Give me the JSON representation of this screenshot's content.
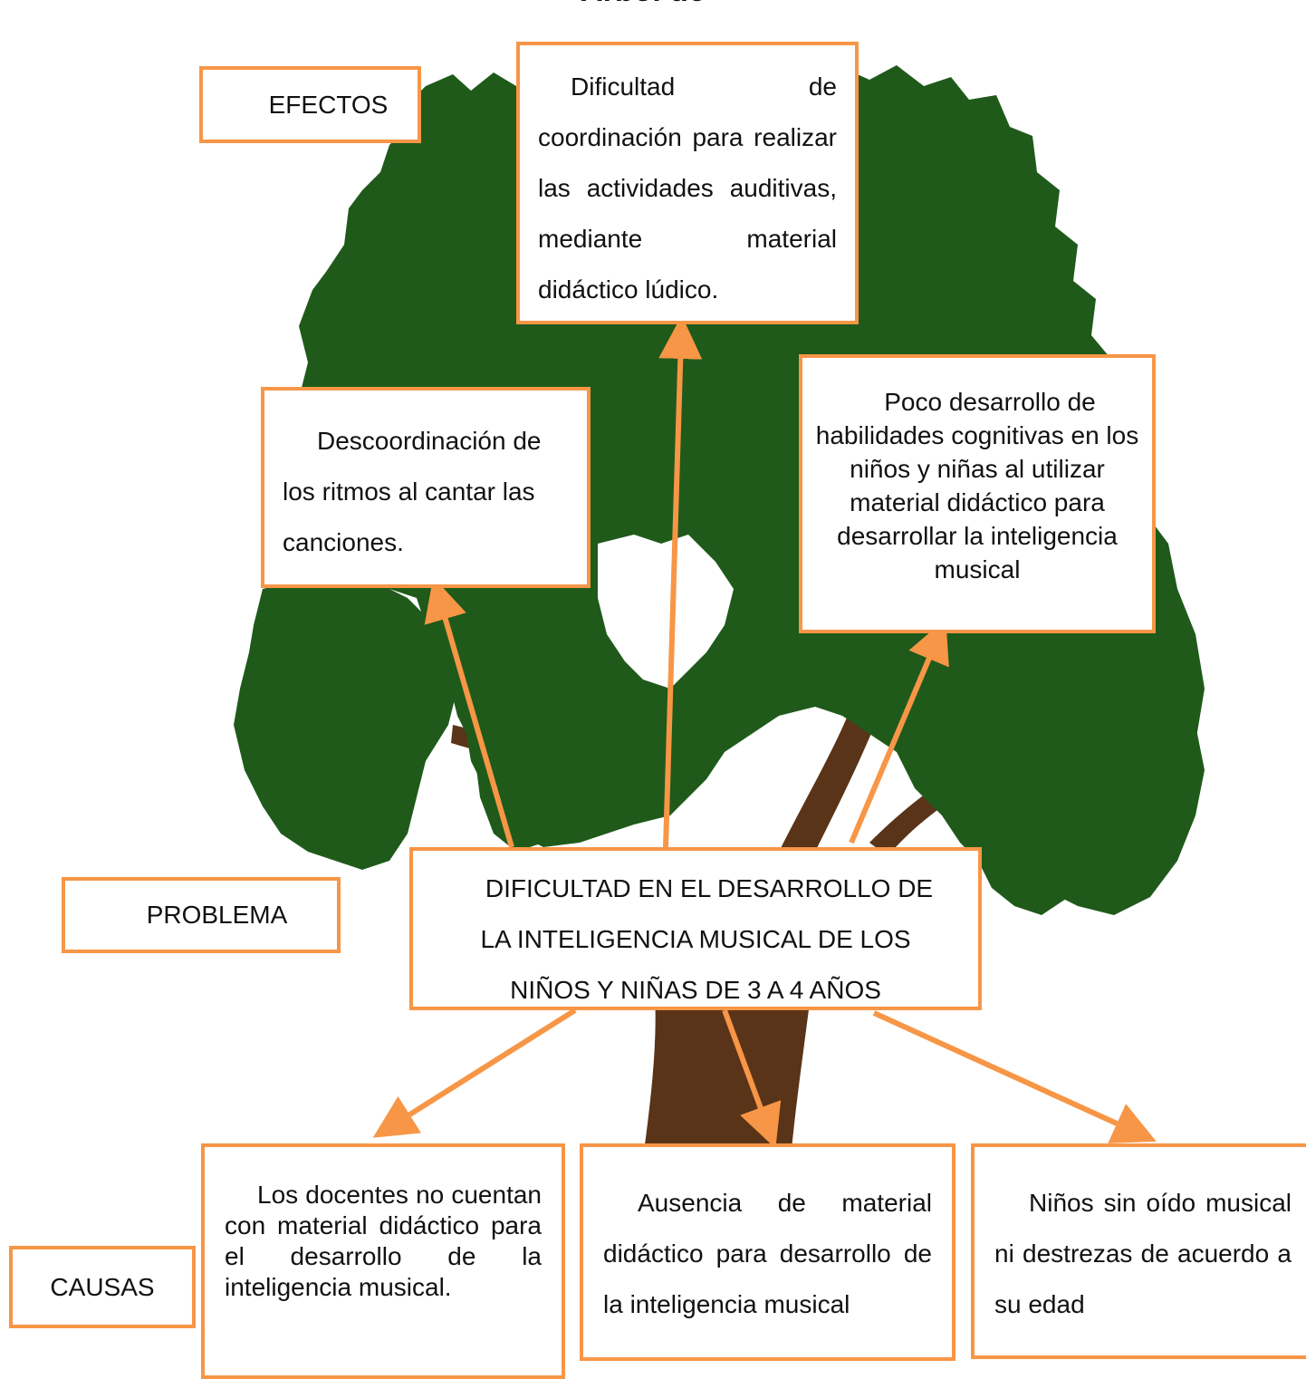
{
  "title_fragment": "Árbol de problemas",
  "labels": {
    "efectos": "EFECTOS",
    "problema": "PROBLEMA",
    "causas": "CAUSAS"
  },
  "effects": [
    {
      "id": "effect-left",
      "text": "Descoordinación de los ritmos al cantar las canciones."
    },
    {
      "id": "effect-center",
      "text": "Dificultad de coordinación para realizar las actividades auditivas, mediante material didáctico lúdico."
    },
    {
      "id": "effect-right",
      "text": "Poco desarrollo de habilidades cognitivas en los niños y niñas al utilizar material didáctico para desarrollar la inteligencia musical"
    }
  ],
  "problem": {
    "text": "DIFICULTAD EN EL DESARROLLO DE LA INTELIGENCIA MUSICAL DE LOS NIÑOS Y NIÑAS DE 3 A 4 AÑOS"
  },
  "causes": [
    {
      "id": "cause-left",
      "text": "Los docentes no cuentan con material didáctico para el desarrollo de la inteligencia musical."
    },
    {
      "id": "cause-center",
      "text": "Ausencia de material didáctico para desarrollo de la inteligencia musical"
    },
    {
      "id": "cause-right",
      "text": "Niños sin oído musical ni destrezas de acuerdo a su edad"
    }
  ],
  "colors": {
    "box_border": "#f79646",
    "arrow": "#f79646",
    "foliage": "#1f5a1a",
    "trunk": "#5a3418"
  }
}
